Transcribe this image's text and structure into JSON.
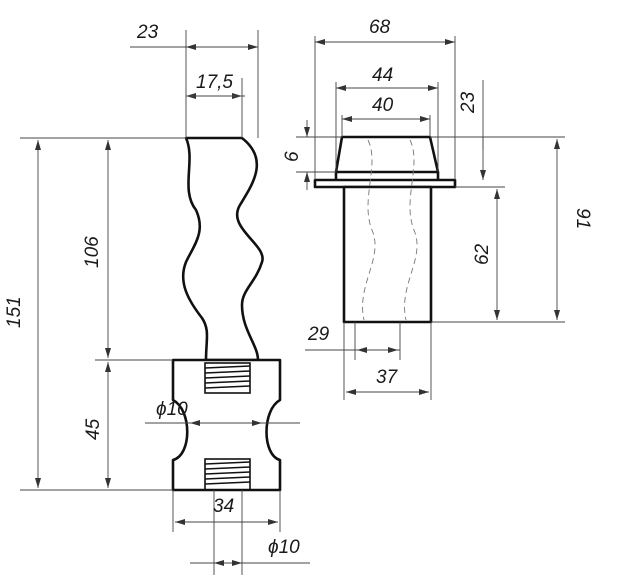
{
  "dimensions": {
    "handle_top_width": "23",
    "handle_wave_width": "17,5",
    "handle_total_height": "151",
    "handle_wave_height": "106",
    "handle_base_height": "45",
    "base_hole_diameter": "ϕ10",
    "base_width": "34",
    "base_pin_diameter": "ϕ10",
    "cup_flange_width": "68",
    "cup_top_outer_width": "44",
    "cup_top_inner_width": "40",
    "cup_top_height": "6",
    "cup_flange_offset": "23",
    "cup_total_height": "91",
    "cup_body_height": "62",
    "cup_inner_width": "29",
    "cup_body_width": "37"
  }
}
